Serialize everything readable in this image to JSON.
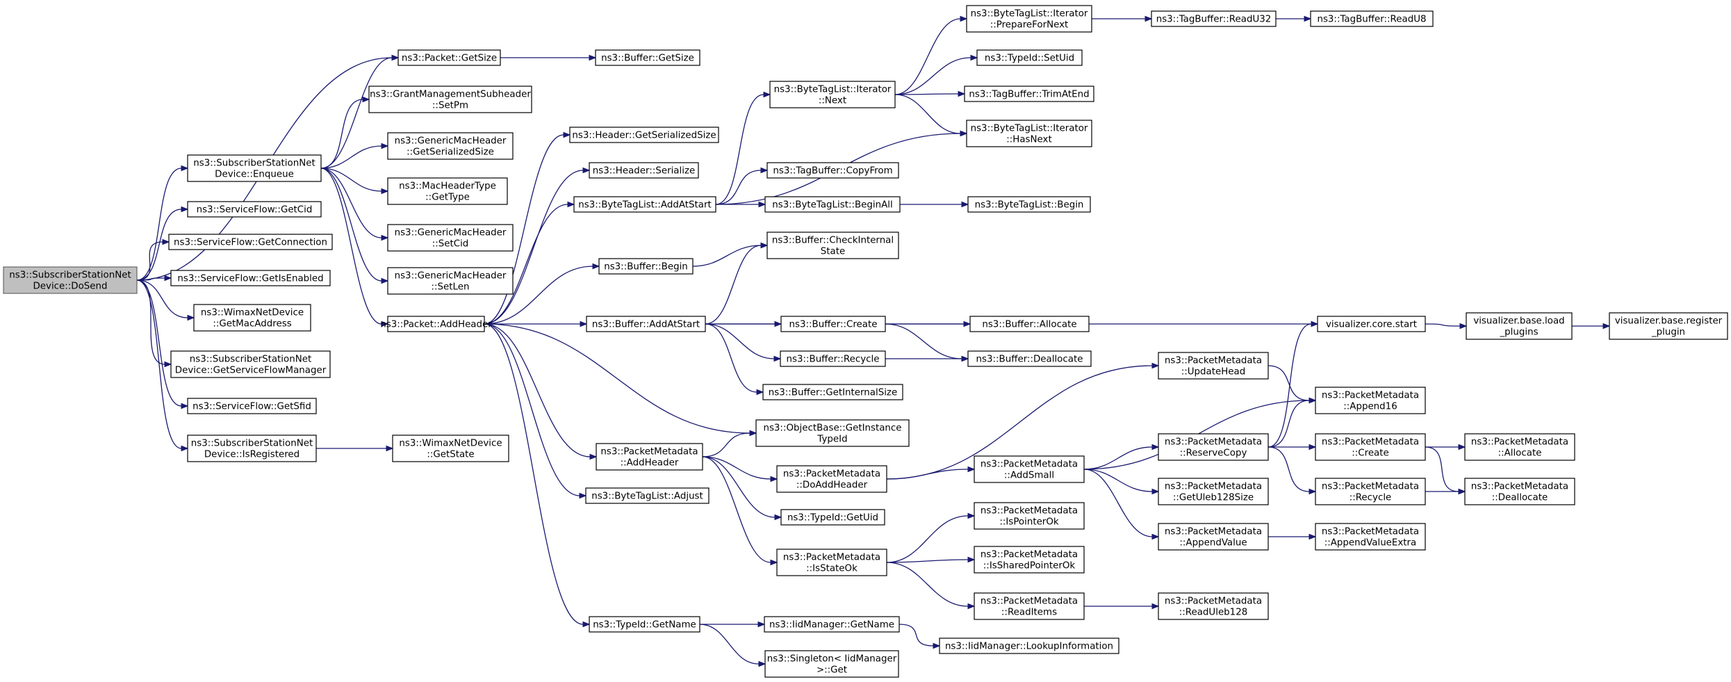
{
  "graph": {
    "root": "dosend",
    "colors": {
      "edge": "#191970",
      "root_fill": "#bfbfbf",
      "node_fill": "#ffffff",
      "node_border": "#000000"
    },
    "nodes": [
      {
        "id": "dosend",
        "lines": [
          "ns3::SubscriberStationNet",
          "Device::DoSend"
        ]
      },
      {
        "id": "pkt_getsize",
        "lines": [
          "ns3::Packet::GetSize"
        ]
      },
      {
        "id": "enqueue",
        "lines": [
          "ns3::SubscriberStationNet",
          "Device::Enqueue"
        ]
      },
      {
        "id": "sf_getcid",
        "lines": [
          "ns3::ServiceFlow::GetCid"
        ]
      },
      {
        "id": "sf_getconn",
        "lines": [
          "ns3::ServiceFlow::GetConnection"
        ]
      },
      {
        "id": "sf_getisenabled",
        "lines": [
          "ns3::ServiceFlow::GetIsEnabled"
        ]
      },
      {
        "id": "wimax_getmac",
        "lines": [
          "ns3::WimaxNetDevice",
          "::GetMacAddress"
        ]
      },
      {
        "id": "ss_getsfm",
        "lines": [
          "ns3::SubscriberStationNet",
          "Device::GetServiceFlowManager"
        ]
      },
      {
        "id": "sf_getsfid",
        "lines": [
          "ns3::ServiceFlow::GetSfid"
        ]
      },
      {
        "id": "ss_isreg",
        "lines": [
          "ns3::SubscriberStationNet",
          "Device::IsRegistered"
        ]
      },
      {
        "id": "buf_getsize",
        "lines": [
          "ns3::Buffer::GetSize"
        ]
      },
      {
        "id": "gms_setpm",
        "lines": [
          "ns3::GrantManagementSubheader",
          "::SetPm"
        ]
      },
      {
        "id": "gmh_getser",
        "lines": [
          "ns3::GenericMacHeader",
          "::GetSerializedSize"
        ]
      },
      {
        "id": "mht_gettype",
        "lines": [
          "ns3::MacHeaderType",
          "::GetType"
        ]
      },
      {
        "id": "gmh_setcid",
        "lines": [
          "ns3::GenericMacHeader",
          "::SetCid"
        ]
      },
      {
        "id": "gmh_setlen",
        "lines": [
          "ns3::GenericMacHeader",
          "::SetLen"
        ]
      },
      {
        "id": "pkt_addheader",
        "lines": [
          "ns3::Packet::AddHeader"
        ]
      },
      {
        "id": "wimax_getstate",
        "lines": [
          "ns3::WimaxNetDevice",
          "::GetState"
        ]
      },
      {
        "id": "hdr_getser",
        "lines": [
          "ns3::Header::GetSerializedSize"
        ]
      },
      {
        "id": "hdr_serialize",
        "lines": [
          "ns3::Header::Serialize"
        ]
      },
      {
        "id": "btl_addatstart",
        "lines": [
          "ns3::ByteTagList::AddAtStart"
        ]
      },
      {
        "id": "buf_begin",
        "lines": [
          "ns3::Buffer::Begin"
        ]
      },
      {
        "id": "buf_addatstart",
        "lines": [
          "ns3::Buffer::AddAtStart"
        ]
      },
      {
        "id": "pm_addheader",
        "lines": [
          "ns3::PacketMetadata",
          "::AddHeader"
        ]
      },
      {
        "id": "btl_adjust",
        "lines": [
          "ns3::ByteTagList::Adjust"
        ]
      },
      {
        "id": "typeid_getname",
        "lines": [
          "ns3::TypeId::GetName"
        ]
      },
      {
        "id": "btl_it_next",
        "lines": [
          "ns3::ByteTagList::Iterator",
          "::Next"
        ]
      },
      {
        "id": "tb_copyfrom",
        "lines": [
          "ns3::TagBuffer::CopyFrom"
        ]
      },
      {
        "id": "btl_beginall",
        "lines": [
          "ns3::ByteTagList::BeginAll"
        ]
      },
      {
        "id": "buf_checkinternal",
        "lines": [
          "ns3::Buffer::CheckInternal",
          "State"
        ]
      },
      {
        "id": "buf_create",
        "lines": [
          "ns3::Buffer::Create"
        ]
      },
      {
        "id": "buf_recycle",
        "lines": [
          "ns3::Buffer::Recycle"
        ]
      },
      {
        "id": "buf_getinternalsize",
        "lines": [
          "ns3::Buffer::GetInternalSize"
        ]
      },
      {
        "id": "ob_getinstance",
        "lines": [
          "ns3::ObjectBase::GetInstance",
          "TypeId"
        ]
      },
      {
        "id": "pm_doaddheader",
        "lines": [
          "ns3::PacketMetadata",
          "::DoAddHeader"
        ]
      },
      {
        "id": "typeid_getuid",
        "lines": [
          "ns3::TypeId::GetUid"
        ]
      },
      {
        "id": "pm_isstateok",
        "lines": [
          "ns3::PacketMetadata",
          "::IsStateOk"
        ]
      },
      {
        "id": "iid_getname",
        "lines": [
          "ns3::IidManager::GetName"
        ]
      },
      {
        "id": "singleton_get",
        "lines": [
          "ns3::Singleton< IidManager",
          ">::Get"
        ]
      },
      {
        "id": "btl_it_prepare",
        "lines": [
          "ns3::ByteTagList::Iterator",
          "::PrepareForNext"
        ]
      },
      {
        "id": "typeid_setuid",
        "lines": [
          "ns3::TypeId::SetUid"
        ]
      },
      {
        "id": "tb_trimatend",
        "lines": [
          "ns3::TagBuffer::TrimAtEnd"
        ]
      },
      {
        "id": "btl_it_hasnext",
        "lines": [
          "ns3::ByteTagList::Iterator",
          "::HasNext"
        ]
      },
      {
        "id": "btl_begin",
        "lines": [
          "ns3::ByteTagList::Begin"
        ]
      },
      {
        "id": "buf_allocate",
        "lines": [
          "ns3::Buffer::Allocate"
        ]
      },
      {
        "id": "buf_deallocate",
        "lines": [
          "ns3::Buffer::Deallocate"
        ]
      },
      {
        "id": "pm_addsmall",
        "lines": [
          "ns3::PacketMetadata",
          "::AddSmall"
        ]
      },
      {
        "id": "pm_ispointerok",
        "lines": [
          "ns3::PacketMetadata",
          "::IsPointerOk"
        ]
      },
      {
        "id": "pm_issharedpointerok",
        "lines": [
          "ns3::PacketMetadata",
          "::IsSharedPointerOk"
        ]
      },
      {
        "id": "pm_readitems",
        "lines": [
          "ns3::PacketMetadata",
          "::ReadItems"
        ]
      },
      {
        "id": "iid_lookup",
        "lines": [
          "ns3::IidManager::LookupInformation"
        ]
      },
      {
        "id": "tb_readu32",
        "lines": [
          "ns3::TagBuffer::ReadU32"
        ]
      },
      {
        "id": "tb_readu8",
        "lines": [
          "ns3::TagBuffer::ReadU8"
        ]
      },
      {
        "id": "viz_start",
        "lines": [
          "visualizer.core.start"
        ]
      },
      {
        "id": "pm_updatehead",
        "lines": [
          "ns3::PacketMetadata",
          "::UpdateHead"
        ]
      },
      {
        "id": "pm_reservecopy",
        "lines": [
          "ns3::PacketMetadata",
          "::ReserveCopy"
        ]
      },
      {
        "id": "pm_getuleb128size",
        "lines": [
          "ns3::PacketMetadata",
          "::GetUleb128Size"
        ]
      },
      {
        "id": "pm_appendvalue",
        "lines": [
          "ns3::PacketMetadata",
          "::AppendValue"
        ]
      },
      {
        "id": "pm_readuleb128",
        "lines": [
          "ns3::PacketMetadata",
          "::ReadUleb128"
        ]
      },
      {
        "id": "viz_loadplugins",
        "lines": [
          "visualizer.base.load",
          "_plugins"
        ]
      },
      {
        "id": "pm_append16",
        "lines": [
          "ns3::PacketMetadata",
          "::Append16"
        ]
      },
      {
        "id": "pm_create",
        "lines": [
          "ns3::PacketMetadata",
          "::Create"
        ]
      },
      {
        "id": "pm_recycle",
        "lines": [
          "ns3::PacketMetadata",
          "::Recycle"
        ]
      },
      {
        "id": "pm_appendvalueextra",
        "lines": [
          "ns3::PacketMetadata",
          "::AppendValueExtra"
        ]
      },
      {
        "id": "viz_registerplugin",
        "lines": [
          "visualizer.base.register",
          "_plugin"
        ]
      },
      {
        "id": "pm_allocate",
        "lines": [
          "ns3::PacketMetadata",
          "::Allocate"
        ]
      },
      {
        "id": "pm_deallocate",
        "lines": [
          "ns3::PacketMetadata",
          "::Deallocate"
        ]
      }
    ],
    "edges": [
      [
        "dosend",
        "pkt_getsize"
      ],
      [
        "dosend",
        "enqueue"
      ],
      [
        "dosend",
        "sf_getcid"
      ],
      [
        "dosend",
        "sf_getconn"
      ],
      [
        "dosend",
        "sf_getisenabled"
      ],
      [
        "dosend",
        "wimax_getmac"
      ],
      [
        "dosend",
        "ss_getsfm"
      ],
      [
        "dosend",
        "sf_getsfid"
      ],
      [
        "dosend",
        "ss_isreg"
      ],
      [
        "pkt_getsize",
        "buf_getsize"
      ],
      [
        "enqueue",
        "pkt_getsize"
      ],
      [
        "enqueue",
        "gms_setpm"
      ],
      [
        "enqueue",
        "gmh_getser"
      ],
      [
        "enqueue",
        "mht_gettype"
      ],
      [
        "enqueue",
        "gmh_setcid"
      ],
      [
        "enqueue",
        "gmh_setlen"
      ],
      [
        "enqueue",
        "pkt_addheader"
      ],
      [
        "ss_isreg",
        "wimax_getstate"
      ],
      [
        "pkt_addheader",
        "hdr_getser"
      ],
      [
        "pkt_addheader",
        "hdr_serialize"
      ],
      [
        "pkt_addheader",
        "btl_addatstart"
      ],
      [
        "pkt_addheader",
        "buf_begin"
      ],
      [
        "pkt_addheader",
        "buf_addatstart"
      ],
      [
        "pkt_addheader",
        "ob_getinstance"
      ],
      [
        "pkt_addheader",
        "pm_addheader"
      ],
      [
        "pkt_addheader",
        "btl_adjust"
      ],
      [
        "pkt_addheader",
        "typeid_getname"
      ],
      [
        "btl_addatstart",
        "btl_it_next"
      ],
      [
        "btl_addatstart",
        "btl_it_hasnext"
      ],
      [
        "btl_addatstart",
        "tb_copyfrom"
      ],
      [
        "btl_addatstart",
        "btl_beginall"
      ],
      [
        "buf_begin",
        "buf_checkinternal"
      ],
      [
        "buf_addatstart",
        "buf_checkinternal"
      ],
      [
        "buf_addatstart",
        "viz_start"
      ],
      [
        "buf_addatstart",
        "buf_create"
      ],
      [
        "buf_addatstart",
        "buf_recycle"
      ],
      [
        "buf_addatstart",
        "buf_getinternalsize"
      ],
      [
        "pm_addheader",
        "ob_getinstance"
      ],
      [
        "pm_addheader",
        "pm_doaddheader"
      ],
      [
        "pm_addheader",
        "typeid_getuid"
      ],
      [
        "pm_addheader",
        "pm_isstateok"
      ],
      [
        "typeid_getname",
        "iid_getname"
      ],
      [
        "typeid_getname",
        "singleton_get"
      ],
      [
        "btl_it_next",
        "btl_it_prepare"
      ],
      [
        "btl_it_next",
        "typeid_setuid"
      ],
      [
        "btl_it_next",
        "tb_trimatend"
      ],
      [
        "btl_it_next",
        "btl_it_hasnext"
      ],
      [
        "btl_beginall",
        "btl_begin"
      ],
      [
        "buf_create",
        "buf_allocate"
      ],
      [
        "buf_create",
        "buf_deallocate"
      ],
      [
        "buf_recycle",
        "buf_deallocate"
      ],
      [
        "pm_doaddheader",
        "pm_updatehead"
      ],
      [
        "pm_doaddheader",
        "pm_addsmall"
      ],
      [
        "pm_isstateok",
        "pm_ispointerok"
      ],
      [
        "pm_isstateok",
        "pm_issharedpointerok"
      ],
      [
        "pm_isstateok",
        "pm_readitems"
      ],
      [
        "iid_getname",
        "iid_lookup"
      ],
      [
        "btl_it_prepare",
        "tb_readu32"
      ],
      [
        "tb_readu32",
        "tb_readu8"
      ],
      [
        "viz_start",
        "viz_loadplugins"
      ],
      [
        "viz_loadplugins",
        "viz_registerplugin"
      ],
      [
        "pm_updatehead",
        "pm_append16"
      ],
      [
        "pm_addsmall",
        "pm_append16"
      ],
      [
        "pm_addsmall",
        "pm_reservecopy"
      ],
      [
        "pm_addsmall",
        "pm_getuleb128size"
      ],
      [
        "pm_addsmall",
        "pm_appendvalue"
      ],
      [
        "pm_readitems",
        "pm_readuleb128"
      ],
      [
        "pm_reservecopy",
        "viz_start"
      ],
      [
        "pm_reservecopy",
        "pm_append16"
      ],
      [
        "pm_reservecopy",
        "pm_create"
      ],
      [
        "pm_reservecopy",
        "pm_recycle"
      ],
      [
        "pm_appendvalue",
        "pm_appendvalueextra"
      ],
      [
        "pm_create",
        "pm_allocate"
      ],
      [
        "pm_create",
        "pm_deallocate"
      ],
      [
        "pm_recycle",
        "pm_deallocate"
      ]
    ]
  }
}
